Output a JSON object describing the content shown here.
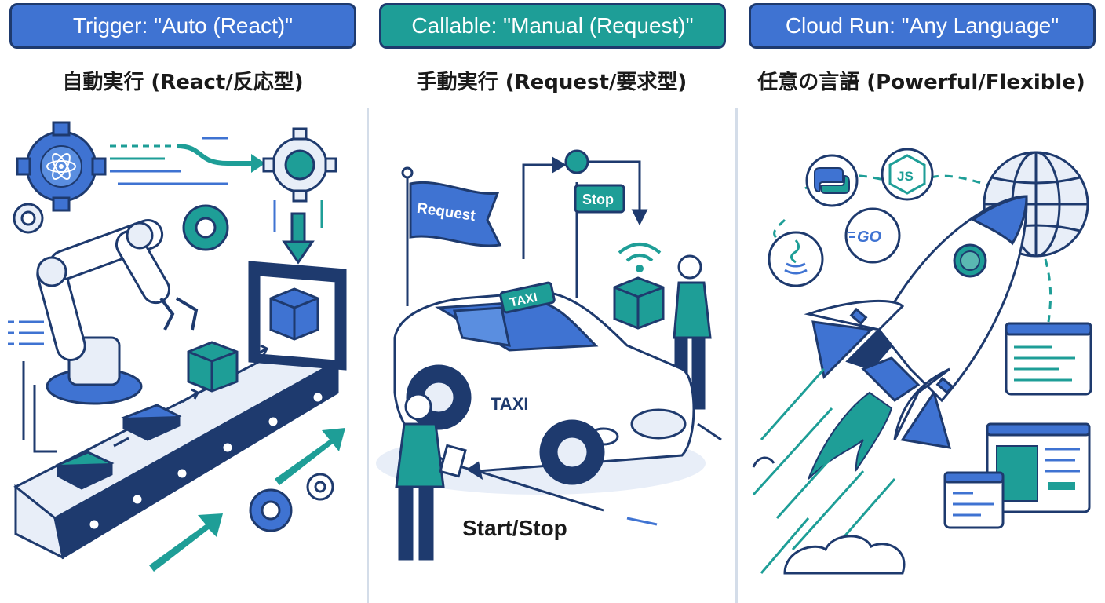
{
  "panels": [
    {
      "banner": "Trigger: \"Auto (React)\"",
      "subtitle": "自動実行 (React/反応型)"
    },
    {
      "banner": "Callable: \"Manual (Request)\"",
      "subtitle": "手動実行 (Request/要求型)",
      "flag_label": "Request",
      "stop_label": "Stop",
      "taxi_sign": "TAXI",
      "taxi_door": "TAXI",
      "start_stop": "Start/Stop"
    },
    {
      "banner": "Cloud Run: \"Any Language\"",
      "subtitle": "任意の言語 (Powerful/Flexible)",
      "go_label": "GO",
      "js_label": "JS"
    }
  ],
  "colors": {
    "blue": "#3f73d2",
    "teal": "#1e9e97",
    "navy": "#1e3a6e",
    "light": "#e8eef8"
  }
}
